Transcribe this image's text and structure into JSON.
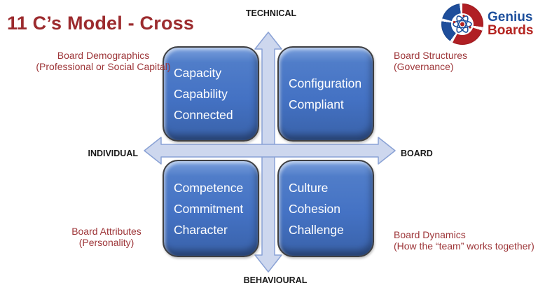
{
  "title": "11 C’s Model - Cross",
  "axes": {
    "top": "TECHNICAL",
    "bottom": "BEHAVIOURAL",
    "left": "INDIVIDUAL",
    "right": "BOARD"
  },
  "quadrants": [
    {
      "position": "top-left",
      "lines": [
        "Capacity",
        "Capability",
        "Connected"
      ],
      "annotation": [
        "Board Demographics",
        "(Professional or Social Capital)"
      ]
    },
    {
      "position": "top-right",
      "lines": [
        "Configuration",
        "Compliant"
      ],
      "annotation": [
        "Board Structures",
        "(Governance)"
      ]
    },
    {
      "position": "bottom-left",
      "lines": [
        "Competence",
        "Commitment",
        "Character"
      ],
      "annotation": [
        "Board Attributes",
        "(Personality)"
      ]
    },
    {
      "position": "bottom-right",
      "lines": [
        "Culture",
        "Cohesion",
        "Challenge"
      ],
      "annotation": [
        "Board Dynamics",
        "(How the “team” works together)"
      ]
    }
  ],
  "logo": {
    "line1": "Genius",
    "line2": "Boards",
    "icon": "atom-shutter-emblem"
  },
  "colors": {
    "title_red": "#9c2b2e",
    "annotation_red": "#9d3538",
    "box_fill": "#4472c4",
    "box_border": "#3f4043",
    "arrow_fill": "#cdd7ee",
    "arrow_border": "#8aa2d5",
    "logo_blue": "#1d4f9c",
    "logo_red": "#b42420",
    "axis_text": "#1a1a1a"
  }
}
